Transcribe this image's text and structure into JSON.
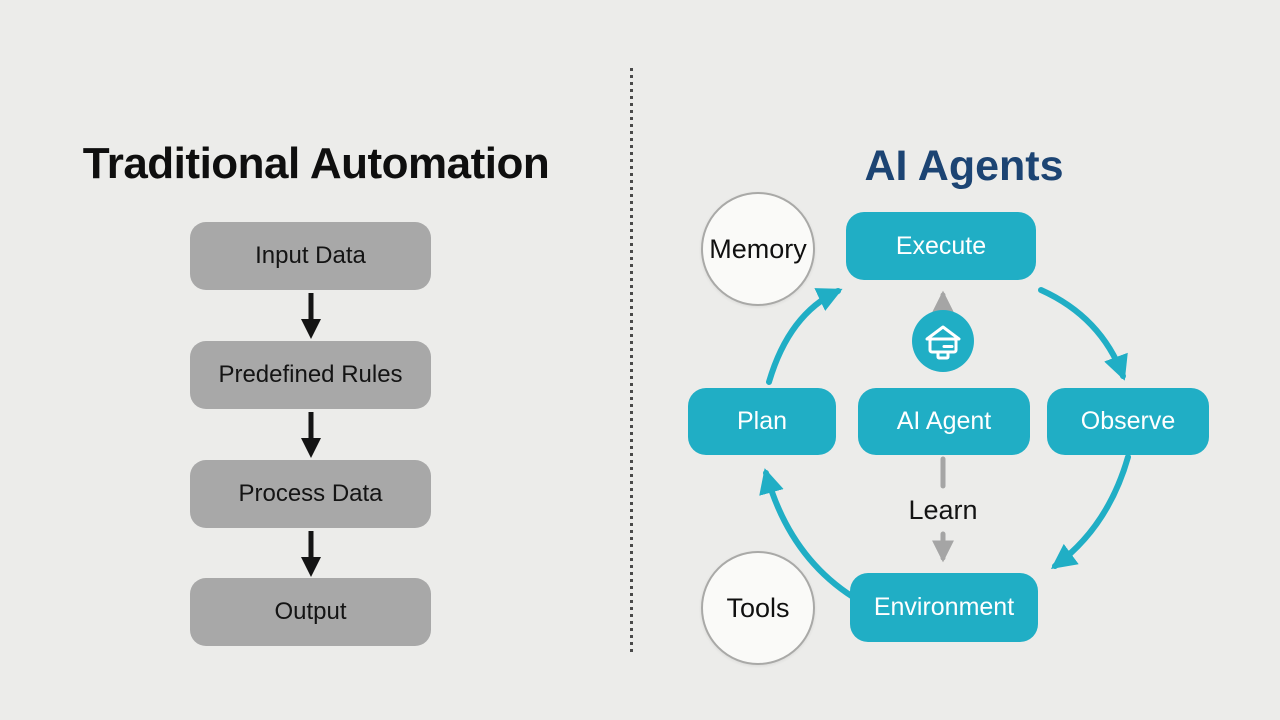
{
  "left_panel": {
    "title": "Traditional Automation",
    "steps": [
      {
        "label": "Input Data"
      },
      {
        "label": "Predefined Rules"
      },
      {
        "label": "Process Data"
      },
      {
        "label": "Output"
      }
    ]
  },
  "right_panel": {
    "title": "AI Agents",
    "nodes": {
      "execute": "Execute",
      "plan": "Plan",
      "agent": "AI Agent",
      "observe": "Observe",
      "environment": "Environment"
    },
    "circles": {
      "memory": "Memory",
      "tools": "Tools"
    },
    "learn_label": "Learn",
    "agent_icon": "home-icon",
    "cycle": [
      "Plan",
      "Execute",
      "Observe",
      "Environment"
    ]
  },
  "colors": {
    "background": "#ececea",
    "teal": "#20aec5",
    "navy_title": "#1c4473",
    "gray_box": "#a8a8a8",
    "black_text": "#141414",
    "circle_fill": "#fafaf8",
    "circle_border": "#a9a9a7",
    "gray_arrow": "#a5a5a5",
    "white_text": "#ffffff"
  }
}
